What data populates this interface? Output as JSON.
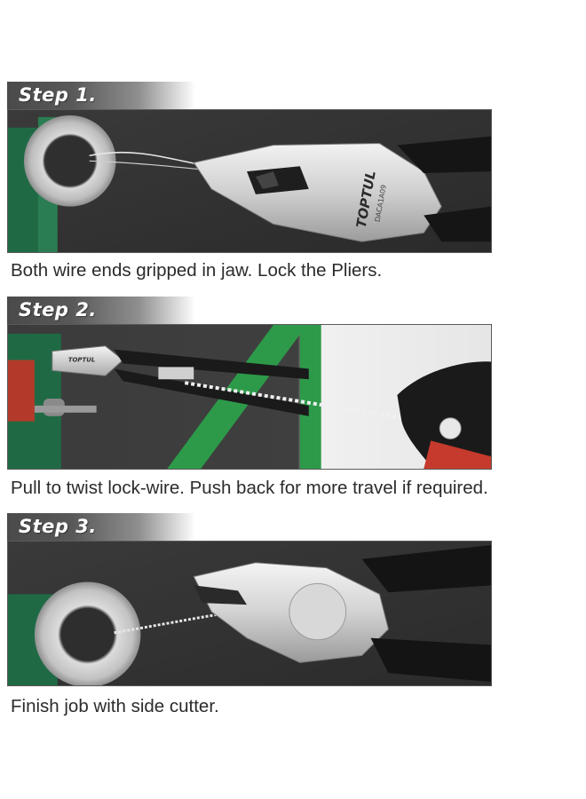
{
  "steps": [
    {
      "label": "Step 1.",
      "caption": "Both wire ends gripped in jaw. Lock the Pliers.",
      "brand_text": "TOPTUL",
      "model_text": "DACA1A09"
    },
    {
      "label": "Step 2.",
      "caption": "Pull to twist lock-wire. Push back for more travel if required.",
      "brand_text": "TOPTUL"
    },
    {
      "label": "Step 3.",
      "caption": "Finish job with side cutter."
    }
  ],
  "colors": {
    "banner_dark": "#4a4a4a",
    "caption_text": "#2b2b2b",
    "vise_green": "#1f6a45",
    "bench_green": "#2d9a4a"
  }
}
